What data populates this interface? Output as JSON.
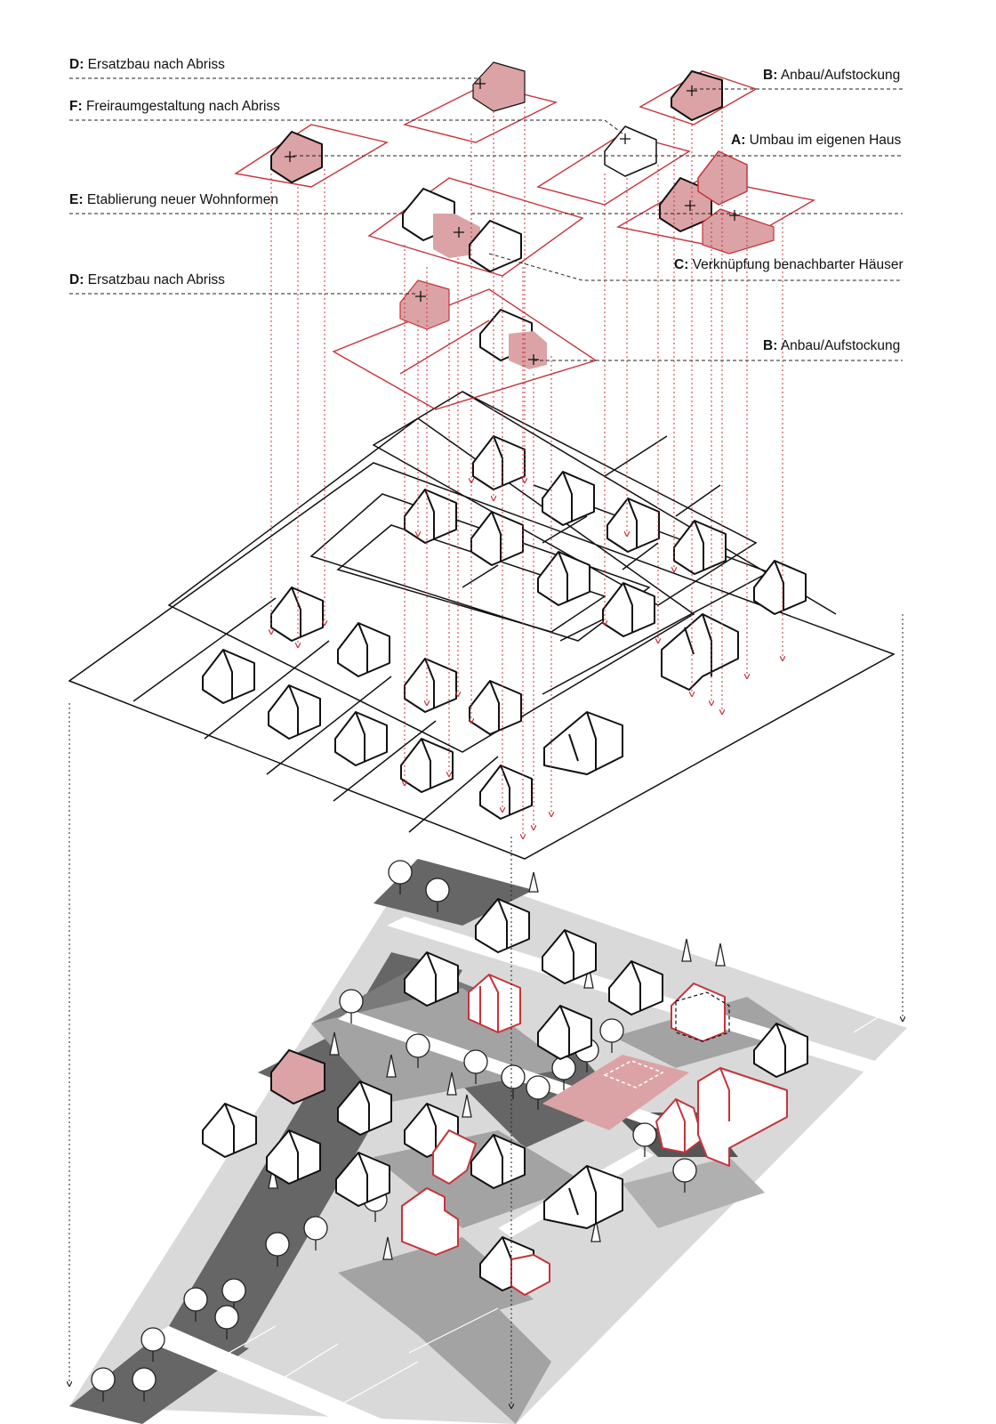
{
  "labels": [
    {
      "code": "D:",
      "text": "Ersatzbau nach Abriss"
    },
    {
      "code": "B:",
      "text": "Anbau/Aufstockung"
    },
    {
      "code": "F:",
      "text": "Freiraumgestaltung nach Abriss"
    },
    {
      "code": "A:",
      "text": "Umbau im eigenen Haus"
    },
    {
      "code": "E:",
      "text": "Etablierung neuer Wohnformen"
    },
    {
      "code": "C:",
      "text": "Verknüpfung benachbarter Häuser"
    },
    {
      "code": "D:",
      "text": "Ersatzbau nach Abriss"
    },
    {
      "code": "B:",
      "text": "Anbau/Aufstockung"
    }
  ],
  "colors": {
    "accent_red": "#c8323a",
    "pink_fill": "#dba3a6",
    "dark_gray": "#666666",
    "mid_gray": "#a3a3a3",
    "light_gray": "#d9d9d9",
    "line": "#111111"
  }
}
